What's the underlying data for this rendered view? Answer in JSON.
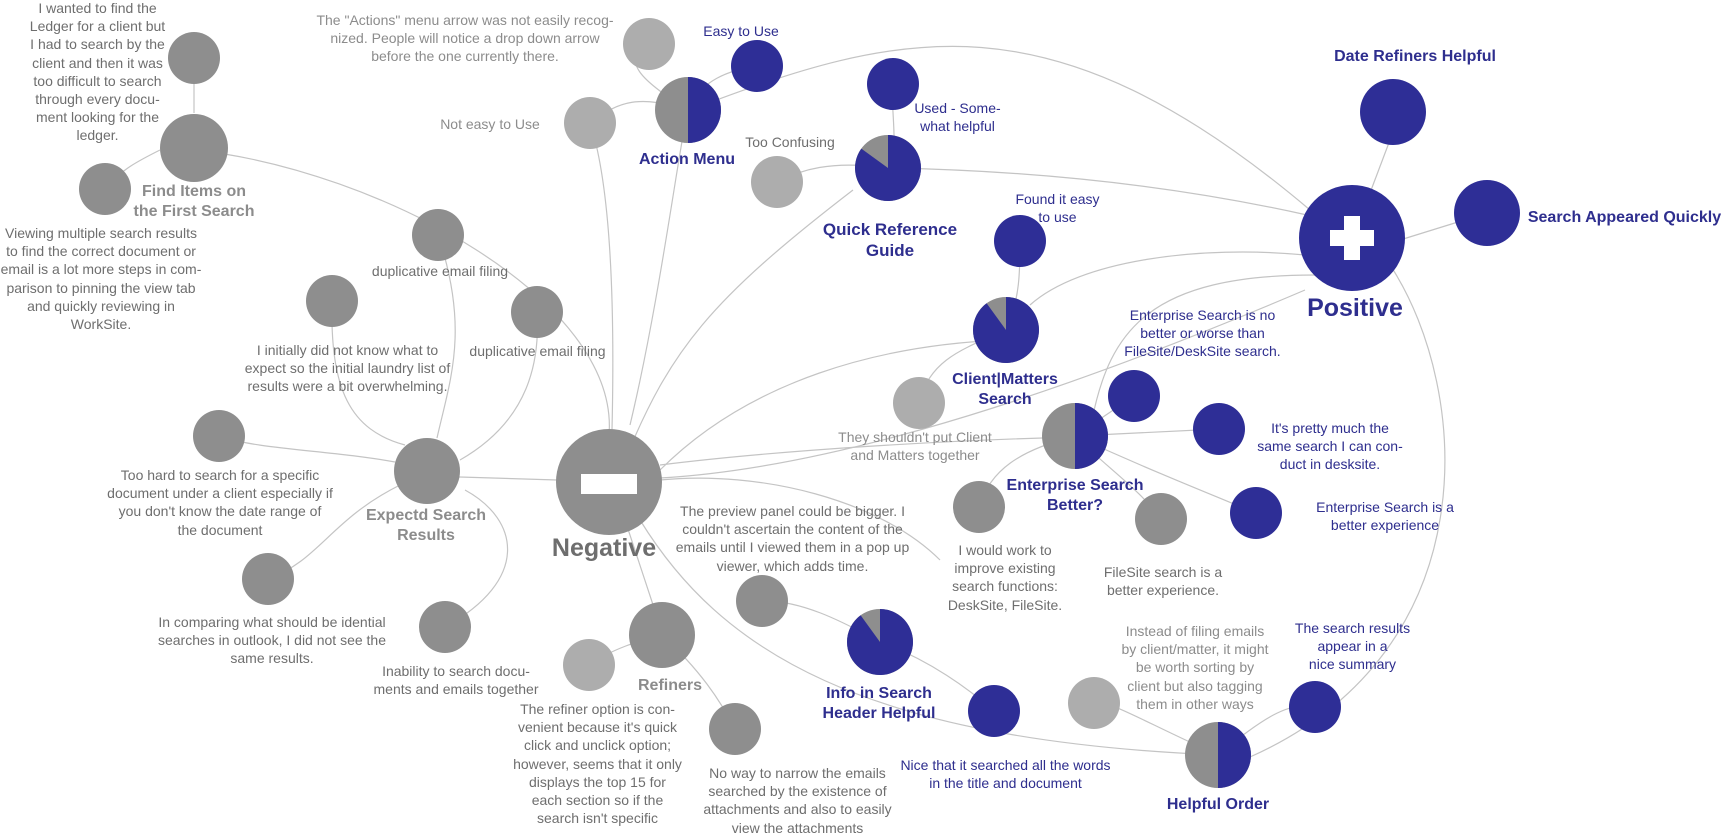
{
  "colors": {
    "positive": "#2e2e96",
    "negative": "#8e8e8e",
    "light": "#adadad",
    "link": "#c4c4c4"
  },
  "hubs": {
    "positive": {
      "label": "Positive",
      "icon": "plus-icon"
    },
    "negative": {
      "label": "Negative",
      "icon": "minus-icon"
    }
  },
  "topics": {
    "find_items": "Find Items on\nthe First Search",
    "expected_results": "Expectd Search\nResults",
    "refiners": "Refiners",
    "action_menu": "Action Menu",
    "quick_reference": "Quick Reference\nGuide",
    "client_matters": "Client|Matters\nSearch",
    "enterprise": "Enterprise Search\nBetter?",
    "info_header": "Info in Search\nHeader Helpful",
    "helpful_order": "Helpful Order"
  },
  "topic_split": {
    "action_menu": 0.5,
    "quick_reference": 0.85,
    "client_matters": 0.9,
    "enterprise": 0.5,
    "info_header": 0.9,
    "helpful_order": 0.5
  },
  "comments": {
    "ledger": "I wanted to find the\nLedger for a client but\nI had to search by the\nclient and then it was\ntoo difficult to search\nthrough every docu-\nment looking for   the\nledger.",
    "viewing_multiple": "Viewing multiple search results\nto find the correct document or\nemail is a lot more steps in com-\nparison to pinning the view tab\nand quickly reviewing in\nWorkSite.",
    "actions_arrow": "The \"Actions\" menu arrow was not easily recog-\nnized.  People will notice a drop down arrow\nbefore the one currently there.",
    "not_easy": "Not easy to Use",
    "easy": "Easy to Use",
    "used_somewhat": "Used - Some-\nwhat helpful",
    "too_confusing": "Too Confusing",
    "date_refiners": "Date Refiners Helpful",
    "search_quickly": "Search Appeared Quickly",
    "found_easy": "Found it easy\nto use",
    "dup1": "duplicative email filing",
    "dup2": "duplicative email filing",
    "initially": "I initially did not know what to\nexpect so the initial laundry list of\nresults were a bit overwhelming.",
    "too_hard": "Too hard to search for a specific\ndocument under a client especially if\nyou don't know the date range of\nthe document",
    "comparing": "In comparing what should be idential\nsearches in outlook, I did not see the\nsame results.",
    "inability": "Inability to search docu-\nments and emails together",
    "refiner_option": "The refiner option is con-\nvenient because it's quick\nclick and unclick option;\nhowever, seems that it only\ndisplays the top 15 for\neach section so if the\nsearch isn't specific",
    "no_way": "No way to narrow the emails\nsearched by the existence of\nattachments and also to easily\nview the attachments",
    "preview_panel": "The preview panel could be bigger. I\ncouldn't ascertain the content of the\nemails until I viewed them in a pop up\nviewer, which adds time.",
    "shouldnt_put": "They shouldn't put Client\nand Matters together",
    "no_better": "Enterprise Search is no\nbetter or worse than\nFileSite/DeskSite search.",
    "pretty_much": "It's pretty much the\nsame search I can con-\nduct in desksite.",
    "better_experience": "Enterprise Search is a\nbetter experience",
    "would_work": "I would work to\nimprove existing\nsearch functions:\nDeskSite, FileSite.",
    "filesite_better": "FileSite search is a\nbetter experience.",
    "instead_filing": "Instead of filing emails\nby client/matter, it might\nbe worth sorting by\nclient but also tagging\nthem in other ways",
    "summary": "The search results\nappear in a\nnice summary",
    "all_words": "Nice that it searched all the words\nin the title and document"
  }
}
